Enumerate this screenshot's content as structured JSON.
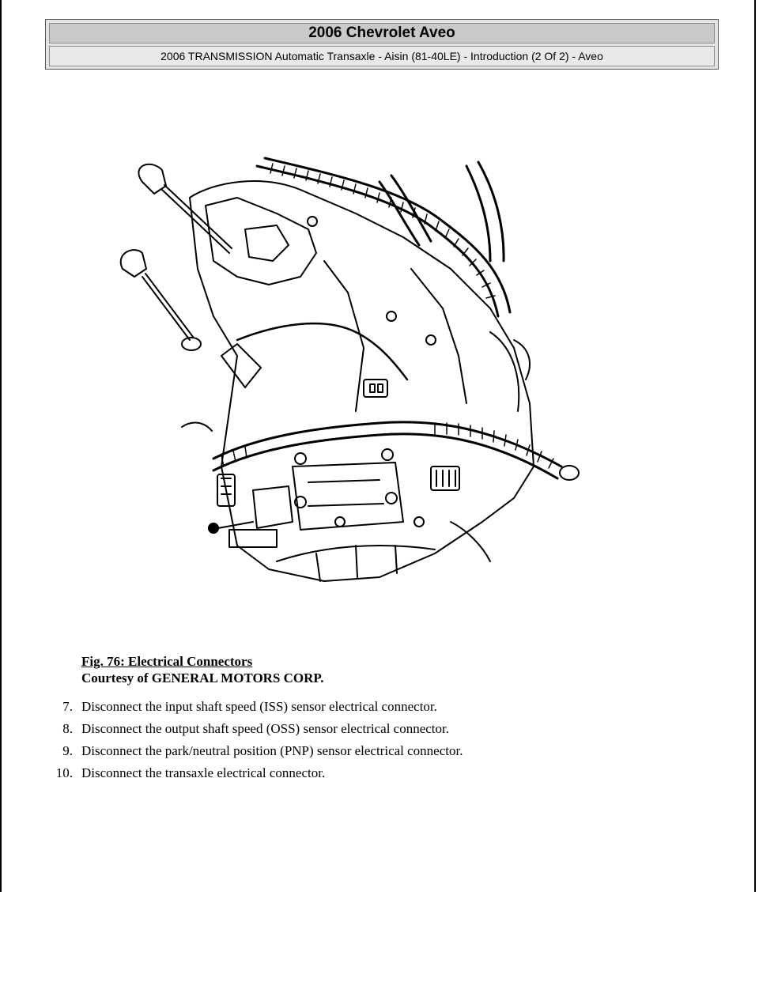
{
  "header": {
    "title": "2006 Chevrolet Aveo",
    "subtitle": "2006 TRANSMISSION Automatic Transaxle - Aisin (81-40LE) - Introduction (2 Of 2) - Aveo"
  },
  "figure": {
    "title": "Fig. 76: Electrical Connectors",
    "courtesy": "Courtesy of GENERAL MOTORS CORP."
  },
  "steps": [
    {
      "num": "7.",
      "text": "Disconnect the input shaft speed (ISS) sensor electrical connector."
    },
    {
      "num": "8.",
      "text": "Disconnect the output shaft speed (OSS) sensor electrical connector."
    },
    {
      "num": "9.",
      "text": "Disconnect the park/neutral position (PNP) sensor electrical connector."
    },
    {
      "num": "10.",
      "text": "Disconnect the transaxle electrical connector."
    }
  ]
}
